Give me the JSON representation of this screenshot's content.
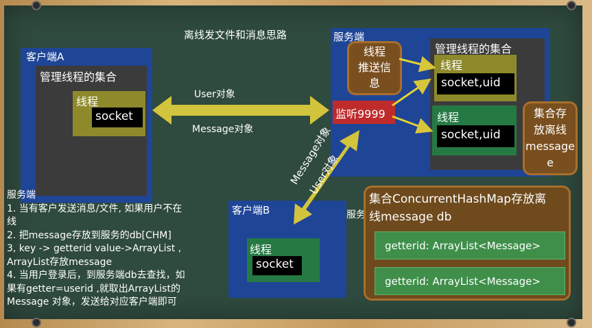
{
  "title": "离线发文件和消息思路",
  "client_a": {
    "label": "客户端A",
    "manager": "管理线程的集合",
    "thread": "线程",
    "socket": "socket"
  },
  "server": {
    "label": "服务端",
    "push_thread": "线程推送信息",
    "push_thread_lines": [
      "线程",
      "推送信",
      "息"
    ],
    "listen": "监听9999",
    "manager": "管理线程的集合",
    "thread1": "线程",
    "socket1": "socket,uid",
    "thread2": "线程",
    "socket2": "socket,uid",
    "offline_box_lines": [
      "集合存",
      "放离线",
      "message",
      "e"
    ]
  },
  "arrows": {
    "user_object": "User对象",
    "message_object": "Message对象",
    "diag_message": "Message对象",
    "diag_user": "User对象"
  },
  "client_b": {
    "label": "客户端B",
    "thread": "线程",
    "socket": "socket"
  },
  "server_partial": "服务",
  "chm_box": {
    "title_line1": "集合ConcurrentHashMap存放离",
    "title_line2": "线message db",
    "rows": [
      "getterid: ArrayList<Message>",
      "getterid: ArrayList<Message>"
    ]
  },
  "notes": {
    "lines": [
      "服务端",
      "1. 当有客户发送消息/文件, 如果用户不在",
      "线",
      "2. 把message存放到服务的db[CHM]",
      "3, key -> getterid value->ArrayList ,",
      "ArrayList存放message",
      "4. 当用户登录后，到服务端db去查找，如",
      "果有getter=userid ,就取出ArrayList的",
      "Message 对象，发送给对应客户端即可"
    ]
  },
  "colors": {
    "board": "#2f4a3e",
    "blue": "#1f4596",
    "arrow": "#d8c63a"
  }
}
